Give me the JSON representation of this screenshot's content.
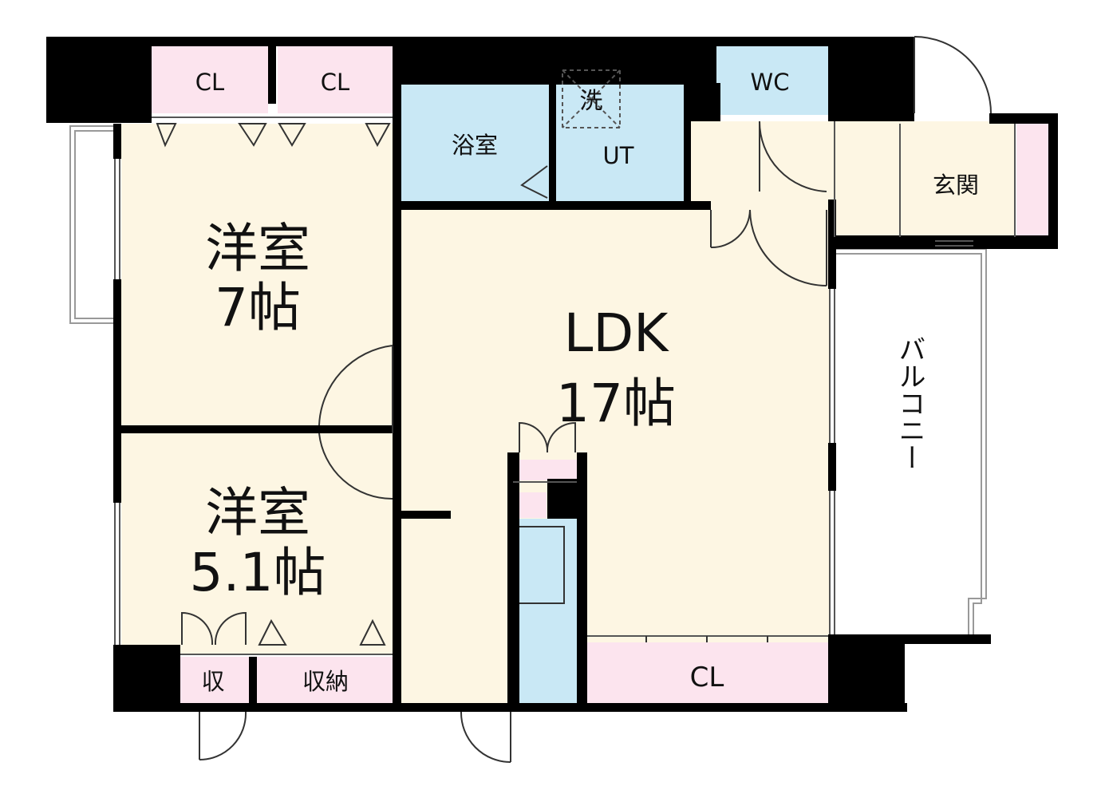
{
  "floor_plan": {
    "rooms": {
      "western_room_top": {
        "name": "洋室",
        "size": "7帖"
      },
      "western_room_bottom": {
        "name": "洋室",
        "size": "5.1帖"
      },
      "ldk": {
        "name": "LDK",
        "size": "17帖"
      },
      "bath": {
        "name": "浴室"
      },
      "utility": {
        "name": "UT",
        "washer": "洗"
      },
      "toilet": {
        "name": "WC"
      },
      "entrance": {
        "name": "玄関"
      },
      "balcony": {
        "name": "バルコニー"
      }
    },
    "closets": {
      "top_left": "CL",
      "top_right": "CL",
      "storage_small": "収",
      "storage": "収納",
      "ldk_closet": "CL"
    }
  },
  "colors": {
    "room_cream": "#fdf6e3",
    "wet_blue": "#c9e8f5",
    "closet_pink": "#fce4ee",
    "wall_black": "#000000"
  }
}
